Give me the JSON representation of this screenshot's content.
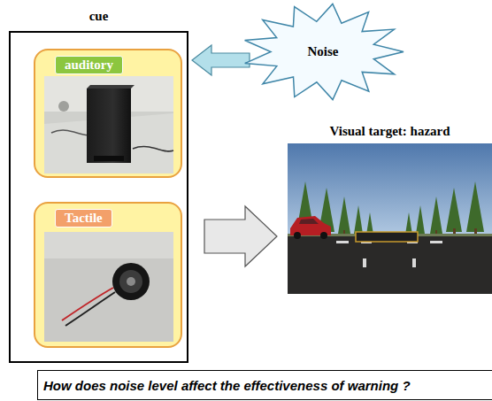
{
  "diagram": {
    "nodes": [
      {
        "text": [
          "cue"
        ]
      },
      {
        "text": [
          "auditory"
        ],
        "in": 0
      },
      {
        "text": [
          "Tactile"
        ],
        "in": 0
      },
      {
        "text": [
          "Noise"
        ]
      },
      {
        "text": [
          "Visual target: hazard"
        ]
      },
      {
        "text": [
          "How does noise level affect the effectiveness of warning ?"
        ]
      }
    ],
    "edges": [
      {
        "from": 3,
        "to": 0,
        "arrow": "to"
      },
      {
        "from": 0,
        "to": 4,
        "arrow": "to"
      }
    ]
  }
}
